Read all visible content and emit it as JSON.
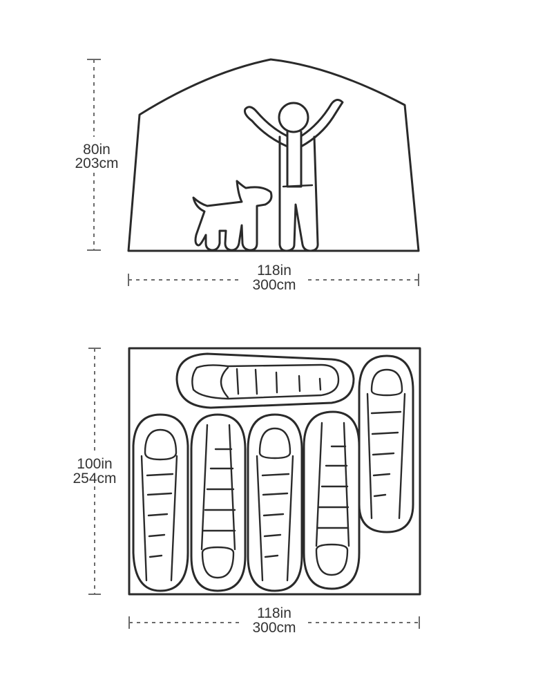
{
  "front_view": {
    "height_in": "80in",
    "height_cm": "203cm",
    "width_in": "118in",
    "width_cm": "300cm"
  },
  "floor_plan": {
    "depth_in": "100in",
    "depth_cm": "254cm",
    "width_in": "118in",
    "width_cm": "300cm"
  }
}
